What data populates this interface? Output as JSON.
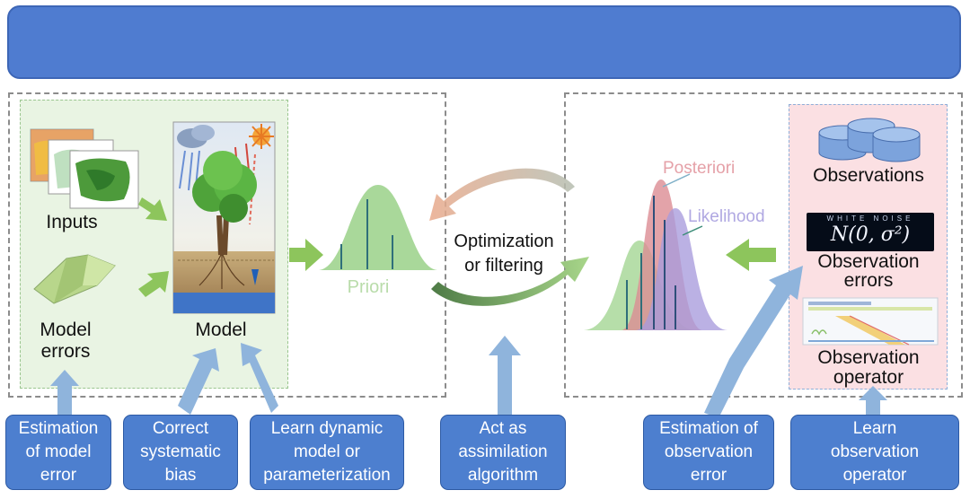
{
  "left_panel": {
    "inputs_label": "Inputs",
    "model_errors_label": "Model\nerrors",
    "model_label": "Model"
  },
  "distributions": {
    "priori_label": "Priori",
    "posteriori_label": "Posteriori",
    "likelihood_label": "Likelihood"
  },
  "center": {
    "optimization_label": "Optimization\nor filtering"
  },
  "right_panel": {
    "observations_label": "Observations",
    "noise_image": {
      "title": "WHITE NOISE",
      "equation": "N(0, σ²)"
    },
    "observation_errors_label": "Observation\nerrors",
    "observation_operator_label": "Observation\noperator"
  },
  "bottom_boxes": [
    {
      "label": "Estimation\nof model\nerror"
    },
    {
      "label": "Correct\nsystematic\nbias"
    },
    {
      "label": "Learn dynamic\nmodel or\nparameterization"
    },
    {
      "label": "Act as\nassimilation\nalgorithm"
    },
    {
      "label": "Estimation of\nobservation\nerror"
    },
    {
      "label": "Learn\nobservation\noperator"
    }
  ],
  "colors": {
    "header": "#4f7cd0",
    "panel_green": "#e9f4e3",
    "panel_pink": "#fbe0e3",
    "arrow_blue": "#8fb4dc",
    "arrow_green": "#8dc55c",
    "priori": "#a9d89a",
    "posteriori": "#dc8c94",
    "likelihood": "#a89bdc"
  },
  "icons": [
    "database-icon",
    "tree-icon",
    "map-icon",
    "terrain-icon",
    "radiative-transfer-icon"
  ]
}
